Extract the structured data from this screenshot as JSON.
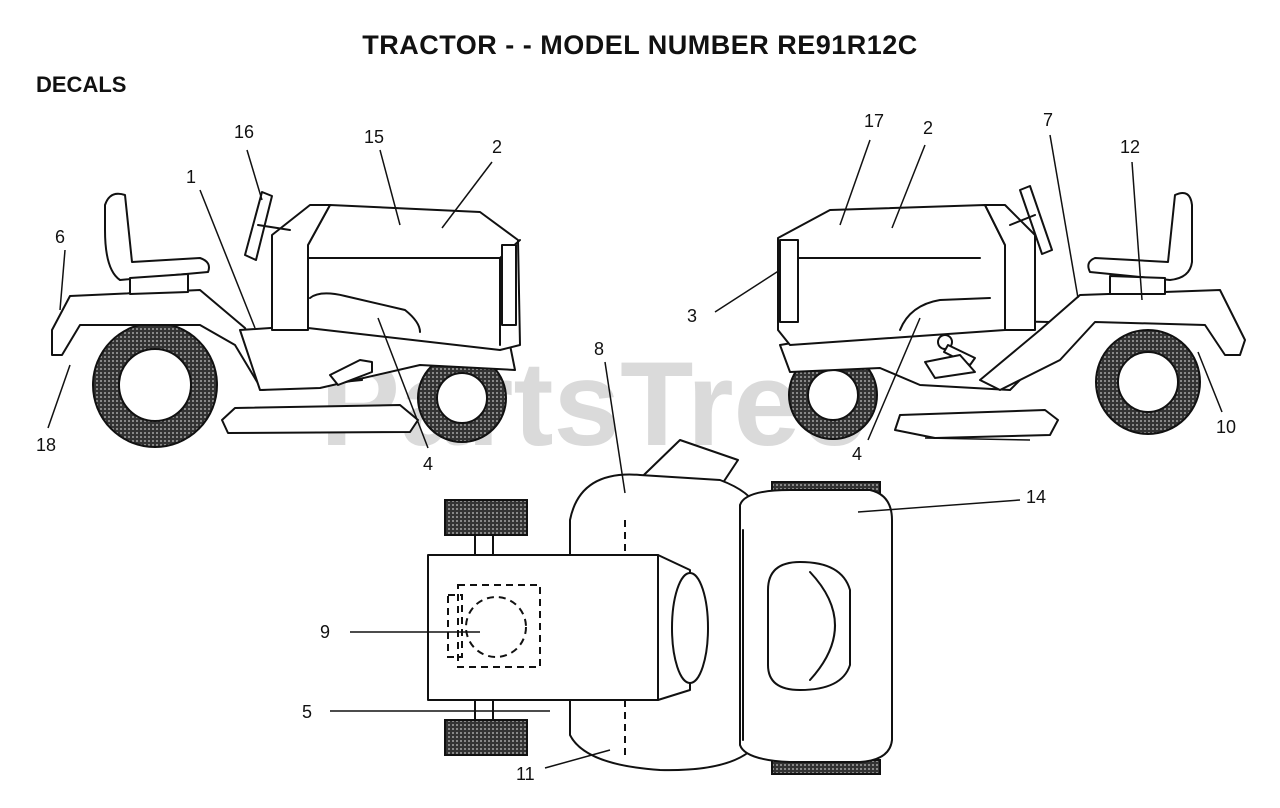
{
  "title": "TRACTOR - - MODEL NUMBER RE91R12C",
  "section": "DECALS",
  "watermark": "PartsTree",
  "callouts": {
    "c1": "1",
    "c2l": "2",
    "c4l": "4",
    "c6": "6",
    "c15": "15",
    "c16": "16",
    "c18": "18",
    "c2r": "2",
    "c3": "3",
    "c4r": "4",
    "c7": "7",
    "c10": "10",
    "c12": "12",
    "c17": "17",
    "c5": "5",
    "c8": "8",
    "c9": "9",
    "c11": "11",
    "c14": "14"
  }
}
